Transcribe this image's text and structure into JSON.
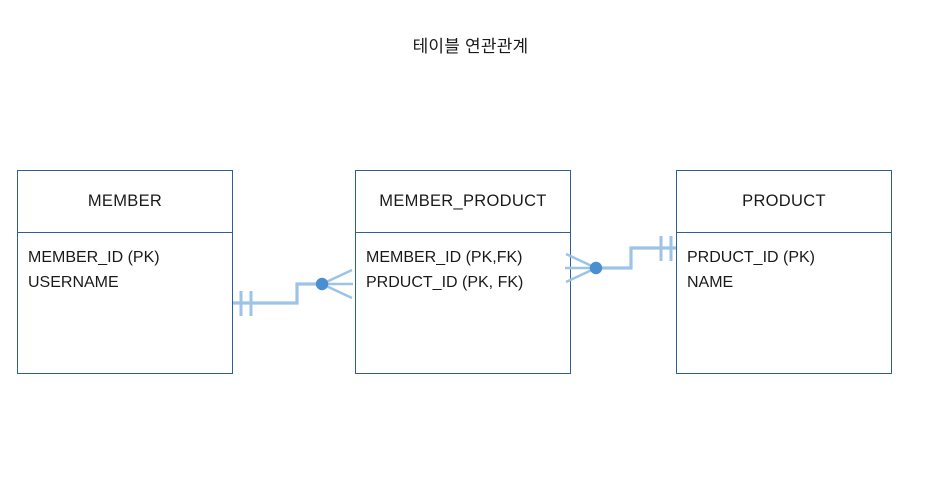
{
  "diagram": {
    "title": "테이블 연관관계",
    "type": "er-diagram",
    "notation": "crow's-foot",
    "colors": {
      "entity_border": "#2E6192",
      "connector": "#5B9BD5",
      "connector_light": "#9DC3E6",
      "text": "#1a1a1a",
      "background": "#ffffff"
    },
    "entities": [
      {
        "name": "MEMBER",
        "attributes": [
          "MEMBER_ID (PK)",
          "USERNAME"
        ]
      },
      {
        "name": "MEMBER_PRODUCT",
        "attributes": [
          "MEMBER_ID (PK,FK)",
          "PRDUCT_ID (PK, FK)"
        ]
      },
      {
        "name": "PRODUCT",
        "attributes": [
          "PRDUCT_ID (PK)",
          "NAME"
        ]
      }
    ],
    "relationships": [
      {
        "from": "MEMBER",
        "to": "MEMBER_PRODUCT",
        "from_cardinality": "one-and-only-one",
        "to_cardinality": "zero-or-many",
        "from_symbol": "double-tick",
        "to_symbol": "crowsfoot-with-dot"
      },
      {
        "from": "MEMBER_PRODUCT",
        "to": "PRODUCT",
        "from_cardinality": "zero-or-many",
        "to_cardinality": "one-and-only-one",
        "from_symbol": "crowsfoot-with-dot",
        "to_symbol": "double-tick"
      }
    ]
  }
}
